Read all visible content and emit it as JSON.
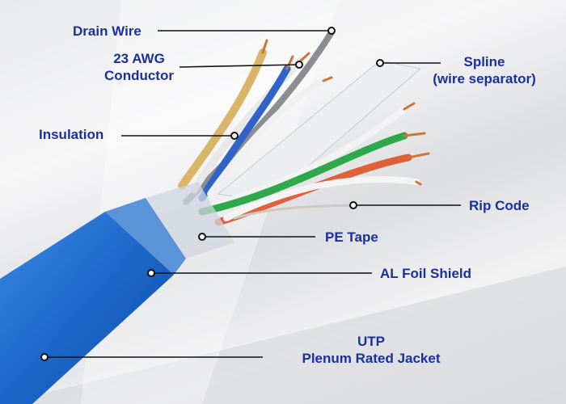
{
  "labels": {
    "drain_wire": "Drain Wire",
    "conductor_line1": "23 AWG",
    "conductor_line2": "Conductor",
    "spline_line1": "Spline",
    "spline_line2": "(wire separator)",
    "insulation": "Insulation",
    "rip_code": "Rip Code",
    "pe_tape": "PE Tape",
    "al_foil_shield": "AL Foil Shield",
    "jacket_line1": "UTP",
    "jacket_line2": "Plenum Rated Jacket"
  },
  "colors": {
    "label_text": "#1a2fa0",
    "jacket": "#1e6fd0",
    "leader_line": "#111111"
  }
}
